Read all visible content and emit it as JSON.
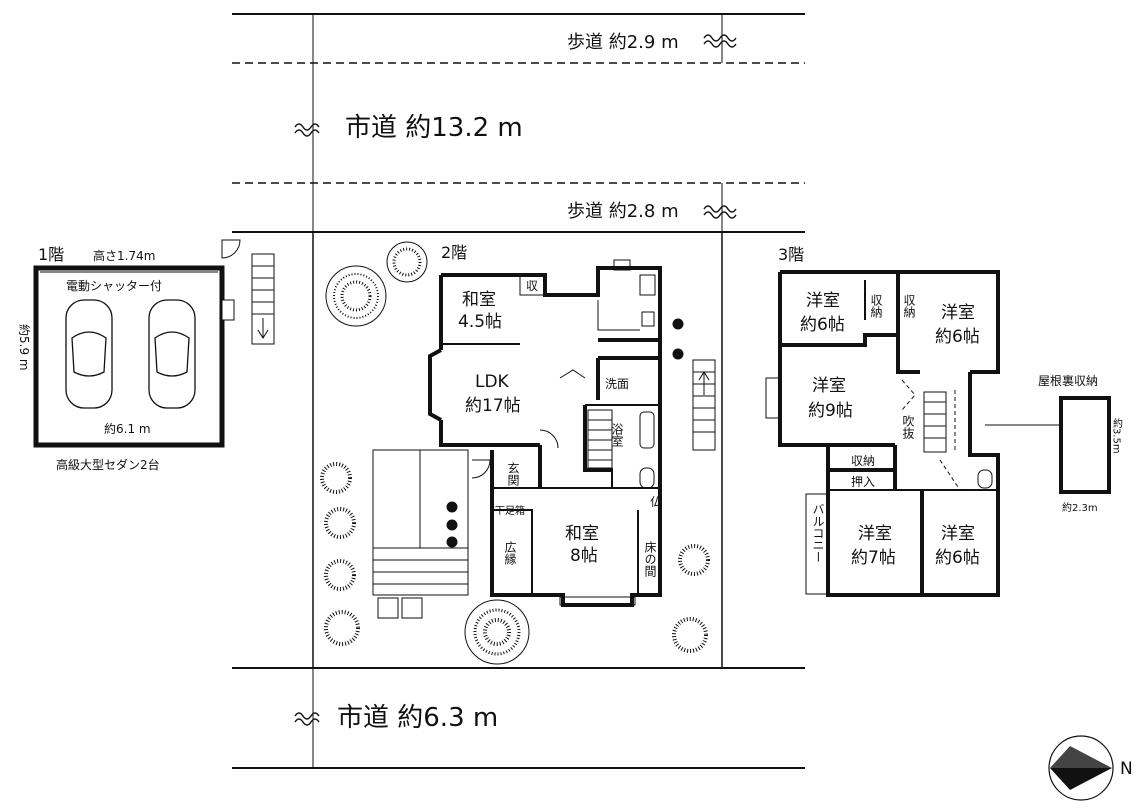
{
  "roads": {
    "top_sidewalk": "歩道 約2.9 m",
    "top_city_road": "市道 約13.2 m",
    "mid_sidewalk": "歩道 約2.8 m",
    "bottom_city_road": "市道 約6.3 m"
  },
  "floor1": {
    "title": "1階",
    "height": "高さ1.74m",
    "shutter": "電動シャッター付",
    "depth": "約5.9 m",
    "width": "約6.1 m",
    "caption": "高級大型セダン2台"
  },
  "floor2": {
    "title": "2階",
    "rooms": {
      "washitsu1": "和室",
      "washitsu1_size": "4.5帖",
      "storage": "収",
      "ldk": "LDK",
      "ldk_size": "約17帖",
      "wash": "洗面",
      "bath": "浴室",
      "entrance": "玄関",
      "shoebox": "下足箱",
      "washitsu2": "和室",
      "washitsu2_size": "8帖",
      "engawa": "広縁",
      "butsudan": "仏",
      "tokonoma": "床の間"
    }
  },
  "floor3": {
    "title": "3階",
    "rooms": {
      "r1": "洋室",
      "r1_size": "約6帖",
      "r2": "洋室",
      "r2_size": "約6帖",
      "r3": "洋室",
      "r3_size": "約9帖",
      "r4": "洋室",
      "r4_size": "約7帖",
      "r5": "洋室",
      "r5_size": "約6帖",
      "storage1": "収納",
      "storage2": "収納",
      "storage3": "収納",
      "oshiire": "押入",
      "fukinuke": "吹抜",
      "balcony": "バルコニー"
    }
  },
  "attic": {
    "title": "屋根裏収納",
    "height": "約3.5m",
    "width": "約2.3m"
  },
  "compass": {
    "label": "N"
  }
}
